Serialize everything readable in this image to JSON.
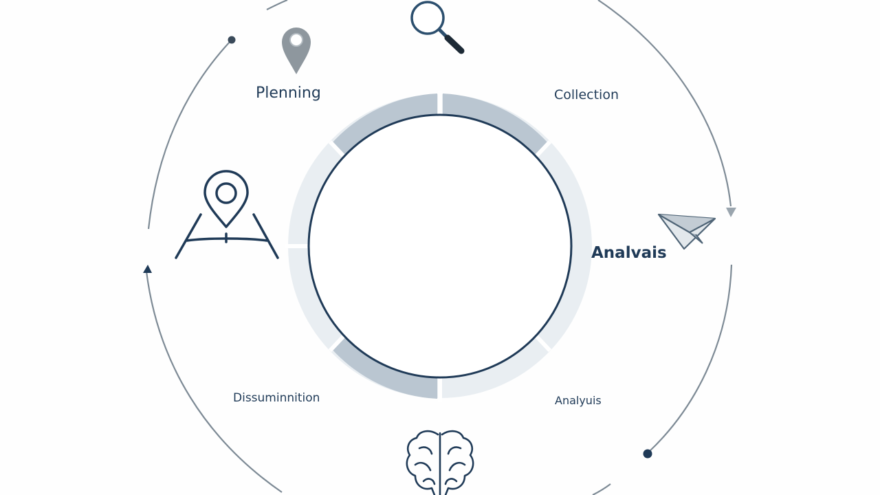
{
  "diagram": {
    "stages": {
      "planning": "Plenning",
      "collection": "Collection",
      "analysis_right": "Analvais",
      "dissemination": "Dissuminnition",
      "analysis_bottom": "Analyuis"
    },
    "icons": {
      "top": "magnifying-glass-icon",
      "top_left": "location-pin-icon",
      "left": "map-pin-route-icon",
      "right": "paper-plane-icon",
      "bottom": "brain-icon"
    },
    "colors": {
      "navy": "#1f3a57",
      "ring_gray": "#bac6d1",
      "ring_light": "#e8edf1",
      "arrow_gray": "#7d8a95",
      "pin_gray": "#8e979e"
    }
  }
}
